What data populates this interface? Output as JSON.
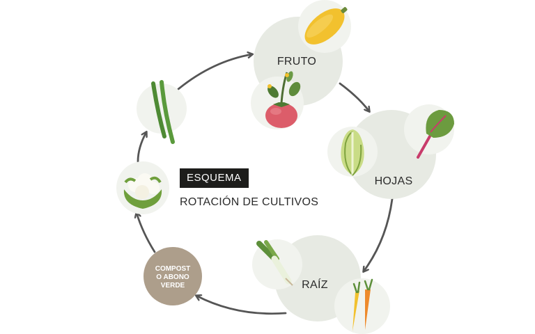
{
  "stages": {
    "fruto": "FRUTO",
    "hojas": "HOJAS",
    "raiz": "RAÍZ",
    "compost": [
      "COMPOST",
      "O ABONO",
      "VERDE"
    ]
  },
  "center": {
    "badge": "ESQUEMA",
    "subtitle": "ROTACIÓN DE CULTIVOS"
  },
  "colors": {
    "stage_circle": "#e7eae3",
    "veg_circle": "#f1f3ee",
    "compost": "#ad9e8b",
    "arrow": "#555555",
    "badge_bg": "#1d1d1b"
  },
  "icons": [
    "squash-icon",
    "tomato-icon",
    "chard-icon",
    "lettuce-icon",
    "leek-icon",
    "carrot-icon",
    "cauliflower-icon",
    "green-bean-icon"
  ]
}
